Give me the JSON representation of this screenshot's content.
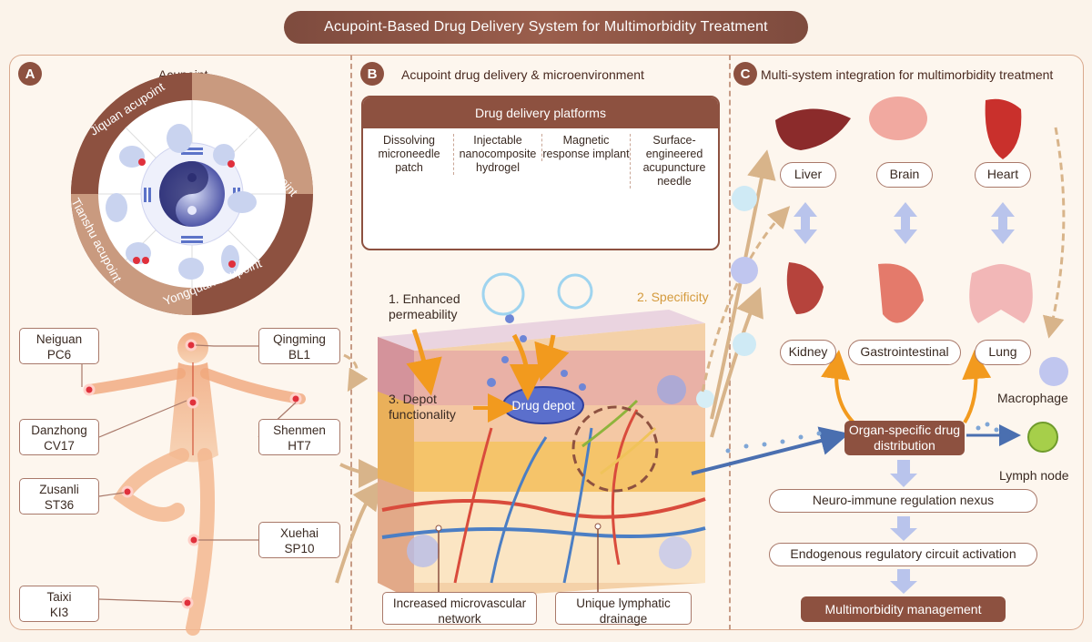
{
  "title": "Acupoint-Based Drug Delivery System for Multimorbidity Treatment",
  "panelA": {
    "badge": "A",
    "title": "Acupoint",
    "wheel": [
      "Jiquan acupoint",
      "Neiting acupoint",
      "Yongquan acupoint",
      "Tianshu acupoint"
    ],
    "acupoints_left": [
      {
        "name": "Neiguan",
        "code": "PC6"
      },
      {
        "name": "Danzhong",
        "code": "CV17"
      },
      {
        "name": "Zusanli",
        "code": "ST36"
      },
      {
        "name": "Taixi",
        "code": "KI3"
      }
    ],
    "acupoints_right": [
      {
        "name": "Qingming",
        "code": "BL1"
      },
      {
        "name": "Shenmen",
        "code": "HT7"
      },
      {
        "name": "Xuehai",
        "code": "SP10"
      }
    ]
  },
  "panelB": {
    "badge": "B",
    "title": "Acupoint drug delivery & microenvironment",
    "platforms_title": "Drug delivery platforms",
    "platforms": [
      "Dissolving microneedle patch",
      "Injectable nanocomposite hydrogel",
      "Magnetic response implant",
      "Surface-engineered acupuncture needle"
    ],
    "note1": "1. Enhanced permeability",
    "note2": "2. Specificity",
    "note3": "3. Depot functionality",
    "depot": "Drug depot",
    "bottom_left": "Increased microvascular network",
    "bottom_right": "Unique lymphatic drainage"
  },
  "panelC": {
    "badge": "C",
    "title": "Multi-system integration for multimorbidity treatment",
    "organs_top": [
      "Liver",
      "Brain",
      "Heart"
    ],
    "organs_bottom": [
      "Kidney",
      "Gastrointestinal",
      "Lung"
    ],
    "macrophage": "Macrophage",
    "lymph": "Lymph node",
    "distribution": "Organ-specific drug distribution",
    "flow": [
      "Neuro-immune regulation nexus",
      "Endogenous regulatory circuit activation"
    ],
    "final": "Multimorbidity management"
  },
  "colors": {
    "brand": "#8d5140",
    "accent_orange": "#f29a1e",
    "accent_blue": "#4a6fb0"
  }
}
